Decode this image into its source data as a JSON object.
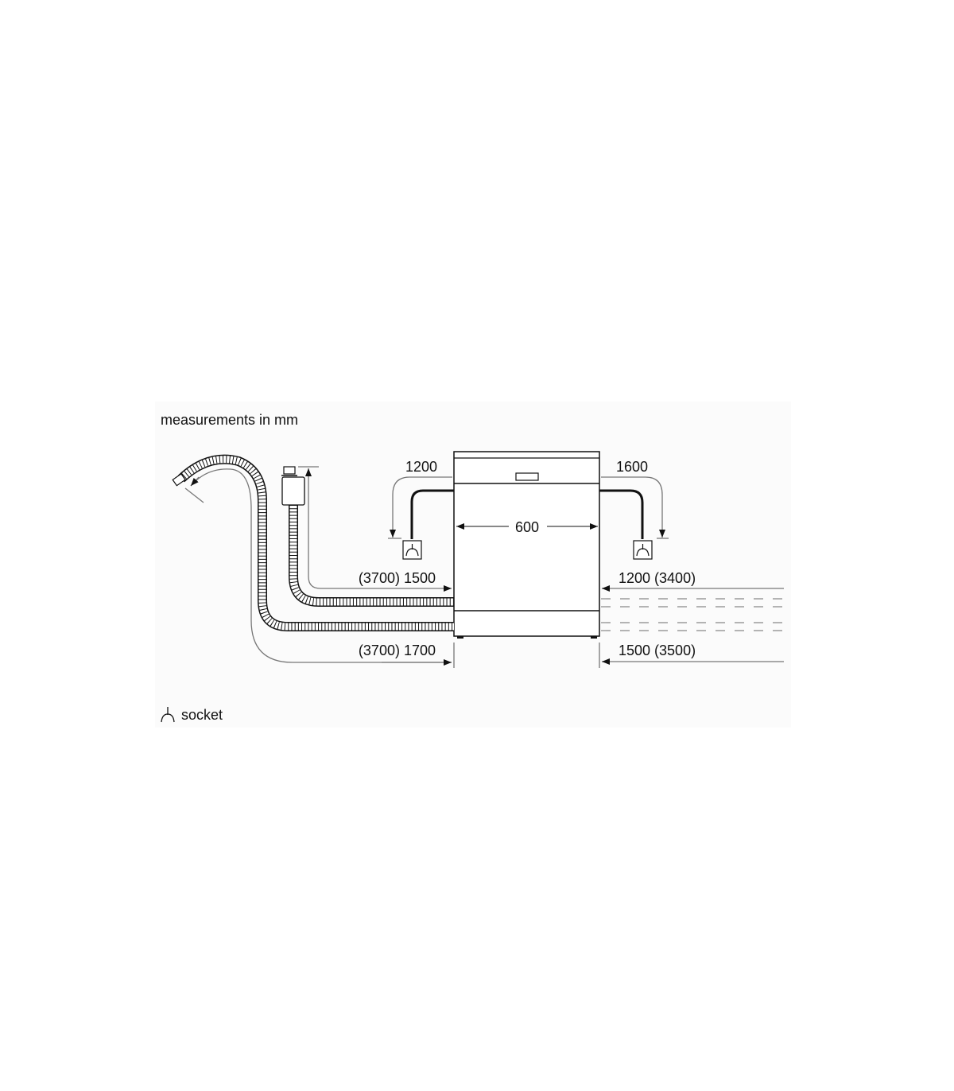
{
  "title": "measurements in mm",
  "dimensions": {
    "power_left": "1200",
    "power_right": "1600",
    "width": "600",
    "inlet_hose_left": "(3700) 1500",
    "drain_hose_left": "(3700) 1700",
    "inlet_hose_right": "1200 (3400)",
    "drain_hose_right": "1500 (3500)"
  },
  "legend": {
    "socket_label": "socket"
  },
  "colors": {
    "line": "#111111",
    "dimension_line": "#777777",
    "panel_background": "#fbfbfb"
  }
}
